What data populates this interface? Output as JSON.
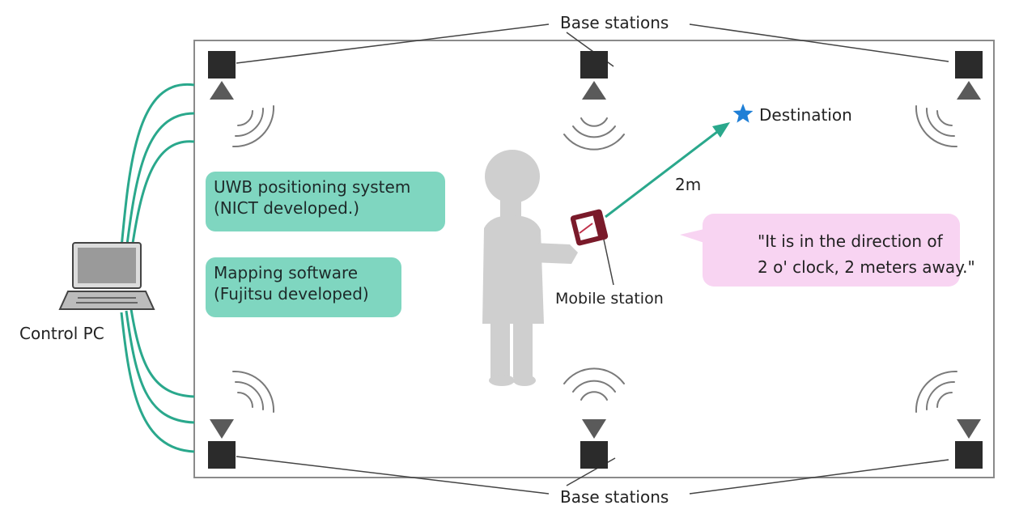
{
  "labels": {
    "base_stations_top": "Base stations",
    "base_stations_bottom": "Base stations",
    "destination": "Destination",
    "distance": "2m",
    "mobile_station": "Mobile station",
    "control_pc": "Control PC"
  },
  "boxes": {
    "uwb_line1": "UWB positioning system",
    "uwb_line2": "(NICT developed.)",
    "mapping_line1": "Mapping software",
    "mapping_line2": "(Fujitsu developed)"
  },
  "speech": {
    "line1": "\"It is in the direction of",
    "line2": "2 o' clock, 2 meters away.\""
  },
  "colors": {
    "teal": "#2aa88c",
    "box_fill": "#7fd6c0",
    "speech_fill": "#f8d4f2",
    "star": "#1f7fd6",
    "speaker": "#d4257a",
    "station": "#2b2b2b"
  }
}
